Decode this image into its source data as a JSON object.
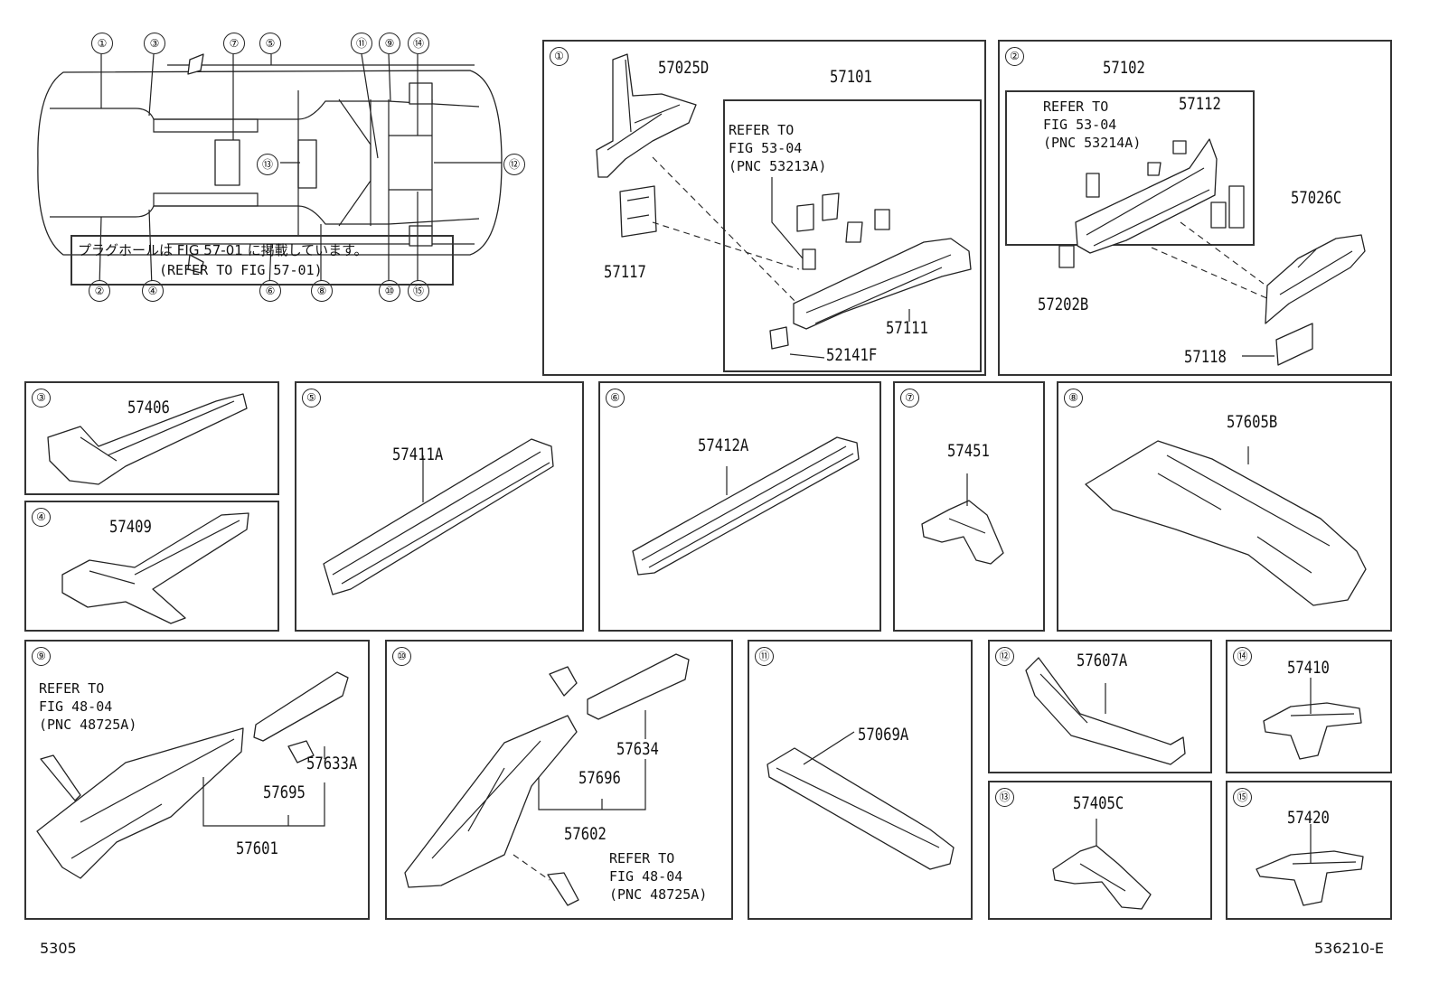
{
  "overview": {
    "callouts": [
      "①",
      "③",
      "⑦",
      "⑤",
      "⑪",
      "⑨",
      "⑭",
      "⑫",
      "⑬",
      "②",
      "④",
      "⑥",
      "⑧",
      "⑩",
      "⑮"
    ],
    "note_jp": "プラグホールは FIG 57-01 に掲載しています。",
    "note_en": "(REFER TO FIG 57-01)"
  },
  "panels": {
    "p1": {
      "num": "①",
      "parts": [
        "57025D",
        "57101",
        "57117",
        "57111",
        "52141F"
      ],
      "ref": "REFER TO\nFIG 53-04\n(PNC 53213A)"
    },
    "p2": {
      "num": "②",
      "parts": [
        "57102",
        "57112",
        "57026C",
        "57202B",
        "57118"
      ],
      "ref": "REFER TO\nFIG 53-04\n(PNC 53214A)"
    },
    "p3": {
      "num": "③",
      "parts": [
        "57406"
      ]
    },
    "p4": {
      "num": "④",
      "parts": [
        "57409"
      ]
    },
    "p5": {
      "num": "⑤",
      "parts": [
        "57411A"
      ]
    },
    "p6": {
      "num": "⑥",
      "parts": [
        "57412A"
      ]
    },
    "p7": {
      "num": "⑦",
      "parts": [
        "57451"
      ]
    },
    "p8": {
      "num": "⑧",
      "parts": [
        "57605B"
      ]
    },
    "p9": {
      "num": "⑨",
      "parts": [
        "57633A",
        "57695",
        "57601"
      ],
      "ref": "REFER TO\nFIG 48-04\n(PNC 48725A)"
    },
    "p10": {
      "num": "⑩",
      "parts": [
        "57634",
        "57696",
        "57602"
      ],
      "ref": "REFER TO\nFIG 48-04\n(PNC 48725A)"
    },
    "p11": {
      "num": "⑪",
      "parts": [
        "57069A"
      ]
    },
    "p12": {
      "num": "⑫",
      "parts": [
        "57607A"
      ]
    },
    "p13": {
      "num": "⑬",
      "parts": [
        "57405C"
      ]
    },
    "p14": {
      "num": "⑭",
      "parts": [
        "57410"
      ]
    },
    "p15": {
      "num": "⑮",
      "parts": [
        "57420"
      ]
    }
  },
  "footer": {
    "left": "5305",
    "right": "536210-E"
  }
}
